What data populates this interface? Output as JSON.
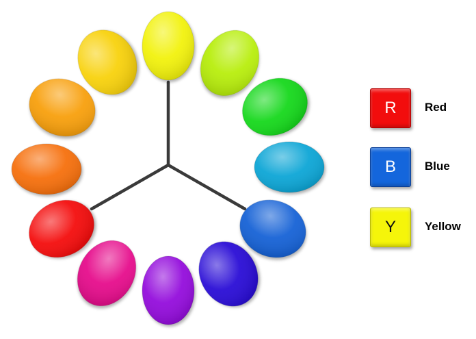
{
  "wheel": {
    "spoke_color": "#3a3a3a",
    "segments": [
      {
        "name": "yellow",
        "color": "#f2f20a"
      },
      {
        "name": "yellow-green",
        "color": "#b8ee10"
      },
      {
        "name": "green",
        "color": "#12d81a"
      },
      {
        "name": "blue-green",
        "color": "#0aa6d6"
      },
      {
        "name": "blue",
        "color": "#1462d6"
      },
      {
        "name": "blue-violet",
        "color": "#2a10d6"
      },
      {
        "name": "violet",
        "color": "#9410dc"
      },
      {
        "name": "red-violet",
        "color": "#e6108c"
      },
      {
        "name": "red",
        "color": "#f41010"
      },
      {
        "name": "red-orange",
        "color": "#f6700e"
      },
      {
        "name": "orange",
        "color": "#f8a00c"
      },
      {
        "name": "yellow-orange",
        "color": "#f8d20c"
      }
    ],
    "primaries": [
      "yellow",
      "blue",
      "red"
    ]
  },
  "legend": [
    {
      "letter": "R",
      "label": "Red",
      "color": "#f20d0d"
    },
    {
      "letter": "B",
      "label": "Blue",
      "color": "#1466dc"
    },
    {
      "letter": "Y",
      "label": "Yellow",
      "color": "#f5f50a"
    }
  ]
}
